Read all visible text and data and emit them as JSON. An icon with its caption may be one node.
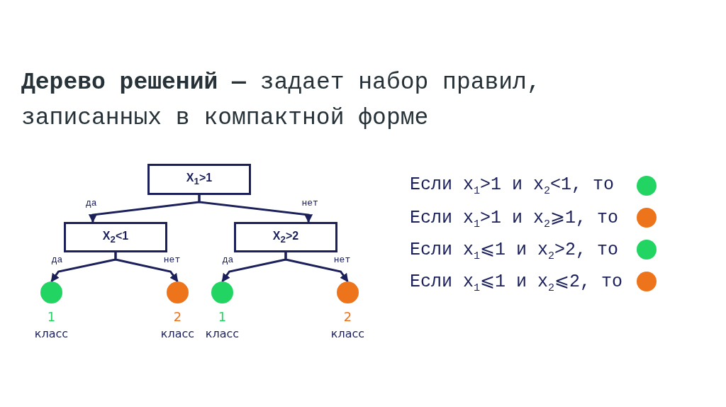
{
  "diagram": {
    "title": "**Дерево решений —** задает набор правил, записанных в компактной форме",
    "nodes": [
      {
        "text": [
          "X$_{1}$>1"
        ]
      },
      {
        "text": [
          "X$_{2}$<1"
        ]
      },
      {
        "text": [
          "X$_{2}$>2"
        ]
      },
      {
        "text": [],
        "shape": "circle",
        "beside": [
          "1",
          "класс"
        ]
      },
      {
        "text": [],
        "shape": "circle",
        "beside": [
          "2",
          "класс"
        ]
      },
      {
        "text": [],
        "shape": "circle",
        "beside": [
          "1",
          "класс"
        ]
      },
      {
        "text": [],
        "shape": "circle",
        "beside": [
          "2",
          "класс"
        ]
      }
    ],
    "edges": [
      {
        "from": 0,
        "to": 1,
        "arrow": "to",
        "label": "да"
      },
      {
        "from": 0,
        "to": 2,
        "arrow": "to",
        "label": "нет"
      },
      {
        "from": 1,
        "to": 3,
        "arrow": "to",
        "label": "да"
      },
      {
        "from": 1,
        "to": 4,
        "arrow": "to",
        "label": "нет"
      },
      {
        "from": 2,
        "to": 5,
        "arrow": "to",
        "label": "да"
      },
      {
        "from": 2,
        "to": 6,
        "arrow": "to",
        "label": "нет"
      }
    ],
    "labels": [
      "Если x$_{1}$>1 и x$_{2}$<1, то",
      "Если x$_{1}$>1 и x$_{2}$⩾1, то",
      "Если x$_{1}$⩽1 и x$_{2}$>2, то",
      "Если x$_{1}$⩽1 и x$_{2}$⩽2, то"
    ]
  }
}
